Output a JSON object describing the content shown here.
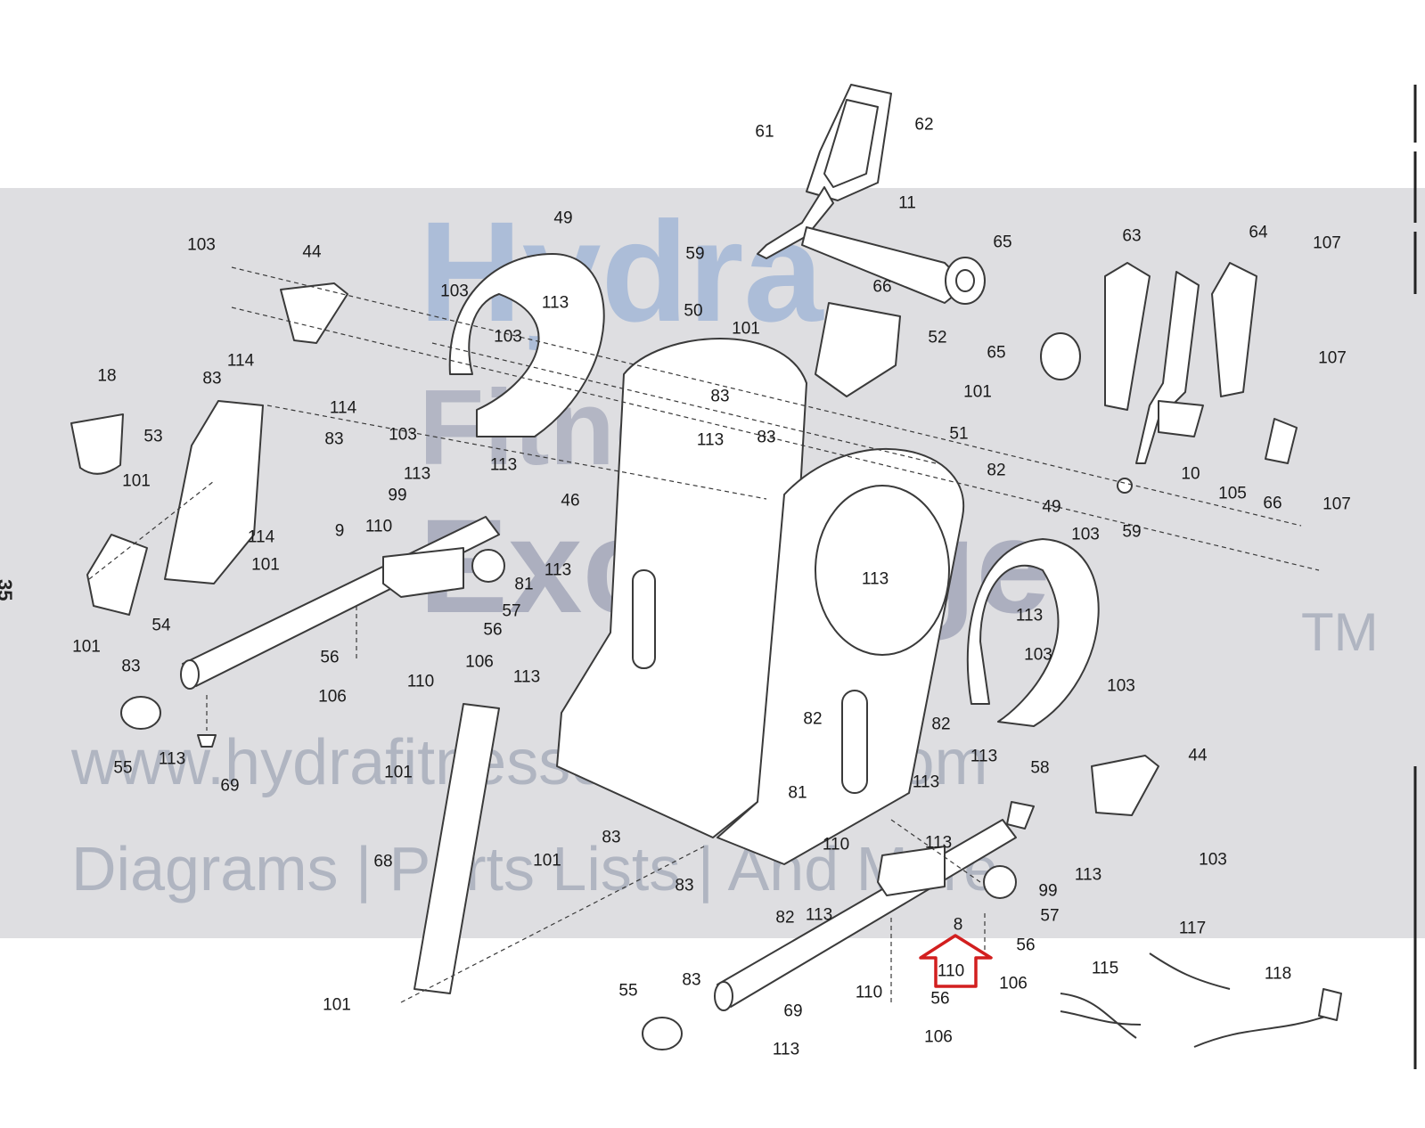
{
  "page_number": "35",
  "watermark": {
    "brand_line1": "Hydra",
    "brand_line2": "Fitness",
    "brand_line3": "Exchange",
    "trademark": "TM",
    "url": "www.hydrafitnessexchange.com",
    "tagline": "Diagrams | Parts Lists | And More"
  },
  "colors": {
    "ink": "#1a1a1a",
    "part_outline": "#3a3a3a",
    "part_fill": "#ffffff",
    "highlight_arrow": "#d21f1f",
    "watermark_band": "#c8c8cc"
  },
  "parts": [
    {
      "label": "61"
    },
    {
      "label": "62"
    },
    {
      "label": "11"
    },
    {
      "label": "59"
    },
    {
      "label": "65"
    },
    {
      "label": "66"
    },
    {
      "label": "49"
    },
    {
      "label": "103"
    },
    {
      "label": "44"
    },
    {
      "label": "103"
    },
    {
      "label": "113"
    },
    {
      "label": "103"
    },
    {
      "label": "103"
    },
    {
      "label": "113"
    },
    {
      "label": "18"
    },
    {
      "label": "83"
    },
    {
      "label": "114"
    },
    {
      "label": "114"
    },
    {
      "label": "83"
    },
    {
      "label": "53"
    },
    {
      "label": "101"
    },
    {
      "label": "114"
    },
    {
      "label": "101"
    },
    {
      "label": "54"
    },
    {
      "label": "101"
    },
    {
      "label": "50"
    },
    {
      "label": "101"
    },
    {
      "label": "52"
    },
    {
      "label": "101"
    },
    {
      "label": "83"
    },
    {
      "label": "83"
    },
    {
      "label": "113"
    },
    {
      "label": "51"
    },
    {
      "label": "82"
    },
    {
      "label": "63"
    },
    {
      "label": "64"
    },
    {
      "label": "107"
    },
    {
      "label": "65"
    },
    {
      "label": "107"
    },
    {
      "label": "10"
    },
    {
      "label": "105"
    },
    {
      "label": "66"
    },
    {
      "label": "107"
    },
    {
      "label": "59"
    },
    {
      "label": "113"
    },
    {
      "label": "99"
    },
    {
      "label": "46"
    },
    {
      "label": "9"
    },
    {
      "label": "110"
    },
    {
      "label": "81"
    },
    {
      "label": "57"
    },
    {
      "label": "113"
    },
    {
      "label": "56"
    },
    {
      "label": "56"
    },
    {
      "label": "106"
    },
    {
      "label": "106"
    },
    {
      "label": "110"
    },
    {
      "label": "49"
    },
    {
      "label": "103"
    },
    {
      "label": "113"
    },
    {
      "label": "113"
    },
    {
      "label": "103"
    },
    {
      "label": "103"
    },
    {
      "label": "83"
    },
    {
      "label": "55"
    },
    {
      "label": "113"
    },
    {
      "label": "69"
    },
    {
      "label": "113"
    },
    {
      "label": "82"
    },
    {
      "label": "82"
    },
    {
      "label": "44"
    },
    {
      "label": "113"
    },
    {
      "label": "58"
    },
    {
      "label": "113"
    },
    {
      "label": "81"
    },
    {
      "label": "101"
    },
    {
      "label": "68"
    },
    {
      "label": "101"
    },
    {
      "label": "83"
    },
    {
      "label": "110"
    },
    {
      "label": "113"
    },
    {
      "label": "83"
    },
    {
      "label": "82"
    },
    {
      "label": "113"
    },
    {
      "label": "99"
    },
    {
      "label": "57"
    },
    {
      "label": "113"
    },
    {
      "label": "103"
    },
    {
      "label": "8"
    },
    {
      "label": "56"
    },
    {
      "label": "110"
    },
    {
      "label": "106"
    },
    {
      "label": "117"
    },
    {
      "label": "115"
    },
    {
      "label": "118"
    },
    {
      "label": "55"
    },
    {
      "label": "83"
    },
    {
      "label": "110"
    },
    {
      "label": "56"
    },
    {
      "label": "69"
    },
    {
      "label": "106"
    },
    {
      "label": "101"
    },
    {
      "label": "113"
    }
  ]
}
